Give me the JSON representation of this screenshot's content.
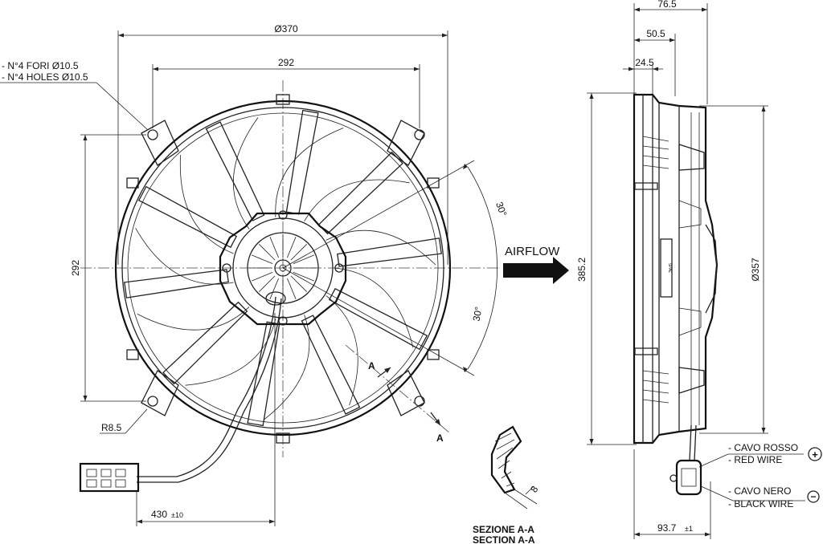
{
  "front_view": {
    "diameter_label": "Ø370",
    "hole_spacing_h_label": "292",
    "hole_spacing_v_label": "292",
    "holes_note_it": "- N°4 FORI Ø10.5",
    "holes_note_en": "- N°4 HOLES Ø10.5",
    "radius_label": "R8.5",
    "cable_length_label": "430",
    "cable_tolerance": "±10",
    "angle_top": "30°",
    "angle_bottom": "30°",
    "section_marker": "A"
  },
  "section": {
    "thickness_label": "8",
    "title_it": "SEZIONE A-A",
    "title_en": "SECTION A-A"
  },
  "airflow": {
    "label": "AIRFLOW"
  },
  "side_view": {
    "depth_total": "76.5",
    "depth_mid": "50.5",
    "depth_small": "24.5",
    "height_label": "385.2",
    "shroud_diameter": "Ø357",
    "depth_bottom": "93.7",
    "depth_bottom_tol": "±1",
    "label_plate": "SPAL"
  },
  "wires": {
    "red_it": "- CAVO ROSSO",
    "red_en": "- RED WIRE",
    "black_it": "- CAVO NERO",
    "black_en": "- BLACK WIRE",
    "plus_symbol": "+",
    "minus_symbol": "−"
  }
}
